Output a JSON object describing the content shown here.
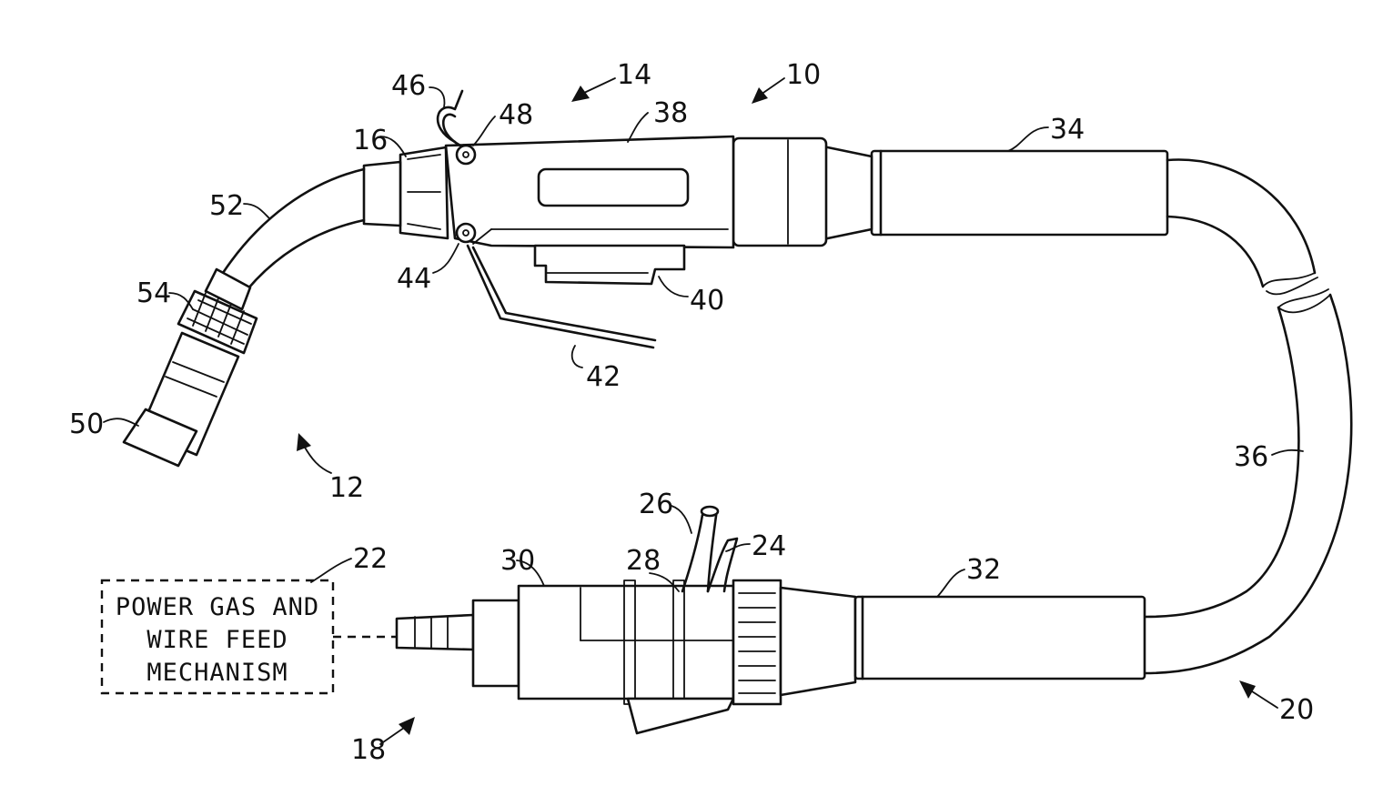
{
  "reference_numerals": {
    "n10": "10",
    "n12": "12",
    "n14": "14",
    "n16": "16",
    "n18": "18",
    "n20": "20",
    "n22": "22",
    "n24": "24",
    "n26": "26",
    "n28": "28",
    "n30": "30",
    "n32": "32",
    "n34": "34",
    "n36": "36",
    "n38": "38",
    "n40": "40",
    "n42": "42",
    "n44": "44",
    "n46": "46",
    "n48": "48",
    "n50": "50",
    "n52": "52",
    "n54": "54"
  },
  "feed_box": {
    "line1": "POWER GAS AND",
    "line2": "WIRE FEED",
    "line3": "MECHANISM"
  }
}
